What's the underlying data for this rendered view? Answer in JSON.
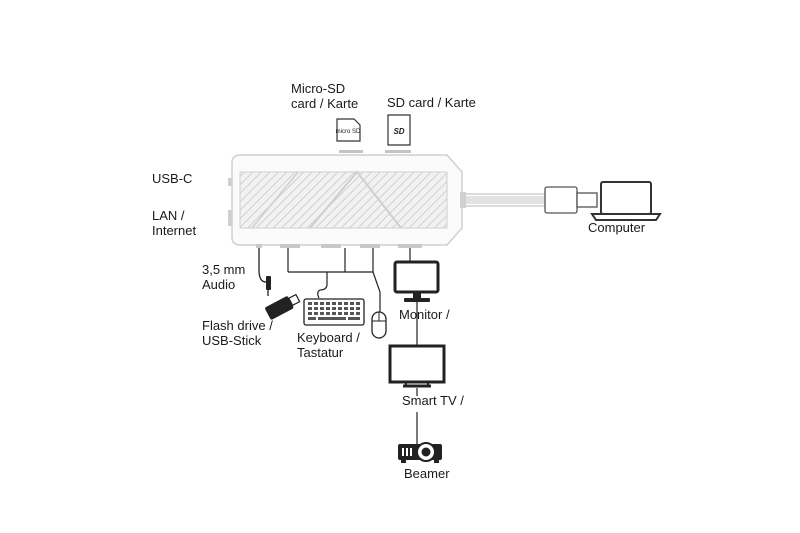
{
  "labels": {
    "micro_sd": [
      "Micro-SD",
      "card / Karte"
    ],
    "sd_card": "SD card / Karte",
    "usb_c": "USB-C",
    "lan": [
      "LAN /",
      "Internet"
    ],
    "computer": "Computer",
    "audio": [
      "3,5 mm",
      "Audio"
    ],
    "flash_drive": [
      "Flash drive /",
      "USB-Stick"
    ],
    "keyboard": [
      "Keyboard /",
      "Tastatur"
    ],
    "monitor": "Monitor /",
    "smart_tv": "Smart TV /",
    "beamer": "Beamer"
  },
  "card_text": {
    "micro_sd_logo": "micro SD",
    "sd_logo": "SD"
  }
}
